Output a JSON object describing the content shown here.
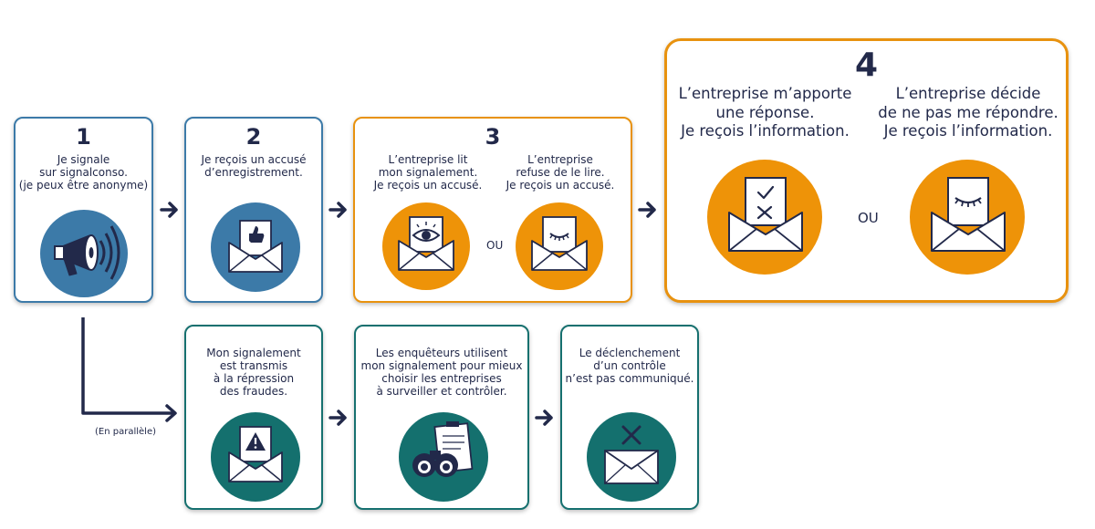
{
  "steps": {
    "s1": {
      "number": "1",
      "text": "Je signale\nsur signalconso.\n(je peux être anonyme)"
    },
    "s2": {
      "number": "2",
      "text": "Je reçois un accusé\nd’enregistrement."
    },
    "s3": {
      "number": "3",
      "left": "L’entreprise lit\nmon signalement.\nJe reçois un accusé.",
      "right": "L’entreprise\nrefuse de le lire.\nJe reçois un accusé.",
      "or": "OU"
    },
    "s4": {
      "number": "4",
      "left": "L’entreprise m’apporte\nune réponse.\nJe reçois l’information.",
      "right": "L’entreprise décide\nde ne pas me répondre.\nJe reçois l’information.",
      "or": "OU"
    },
    "b1": {
      "text": "Mon signalement\nest transmis\nà la répression\ndes fraudes."
    },
    "b2": {
      "text": "Les enquêteurs utilisent\nmon signalement pour mieux\nchoisir les entreprises\nà surveiller et contrôler."
    },
    "b3": {
      "text": "Le déclenchement\nd’un contrôle\nn’est pas communiqué."
    }
  },
  "parallel_label": "(En parallèle)",
  "colors": {
    "navy": "#22294a",
    "blue": "#3c7aa8",
    "orange": "#ee9308",
    "teal": "#14706e"
  },
  "icons": [
    "megaphone-icon",
    "thumbs-up-envelope-icon",
    "eye-envelope-icon",
    "closed-eye-envelope-icon",
    "check-cross-envelope-icon",
    "warning-envelope-icon",
    "binoculars-clipboard-icon",
    "cross-envelope-icon"
  ]
}
